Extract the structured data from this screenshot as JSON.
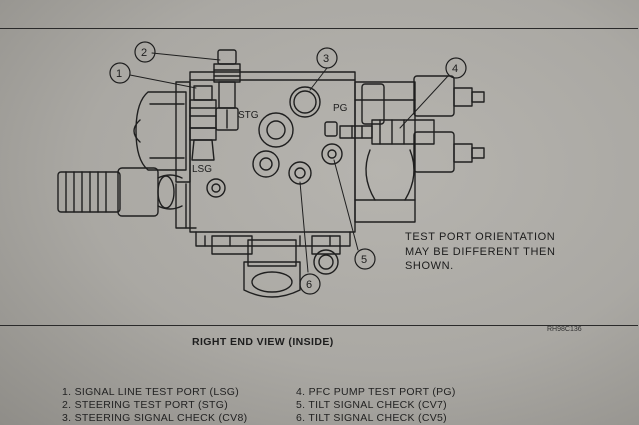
{
  "callouts": [
    "1",
    "2",
    "3",
    "4",
    "5",
    "6"
  ],
  "port_labels": {
    "stg": "STG",
    "lsg": "LSG",
    "pg": "PG"
  },
  "orientation_note": {
    "line1": "TEST PORT ORIENTATION",
    "line2": "MAY BE DIFFERENT THEN",
    "line3": "SHOWN."
  },
  "drawing_code": "RH98C136",
  "caption": "RIGHT END VIEW (INSIDE)",
  "legend": {
    "left": [
      "1. SIGNAL LINE TEST PORT (LSG)",
      "2. STEERING TEST PORT (STG)",
      "3. STEERING SIGNAL CHECK (CV8)"
    ],
    "right": [
      "4. PFC PUMP TEST PORT (PG)",
      "5. TILT SIGNAL CHECK (CV7)",
      "6. TILT SIGNAL CHECK (CV5)"
    ]
  }
}
